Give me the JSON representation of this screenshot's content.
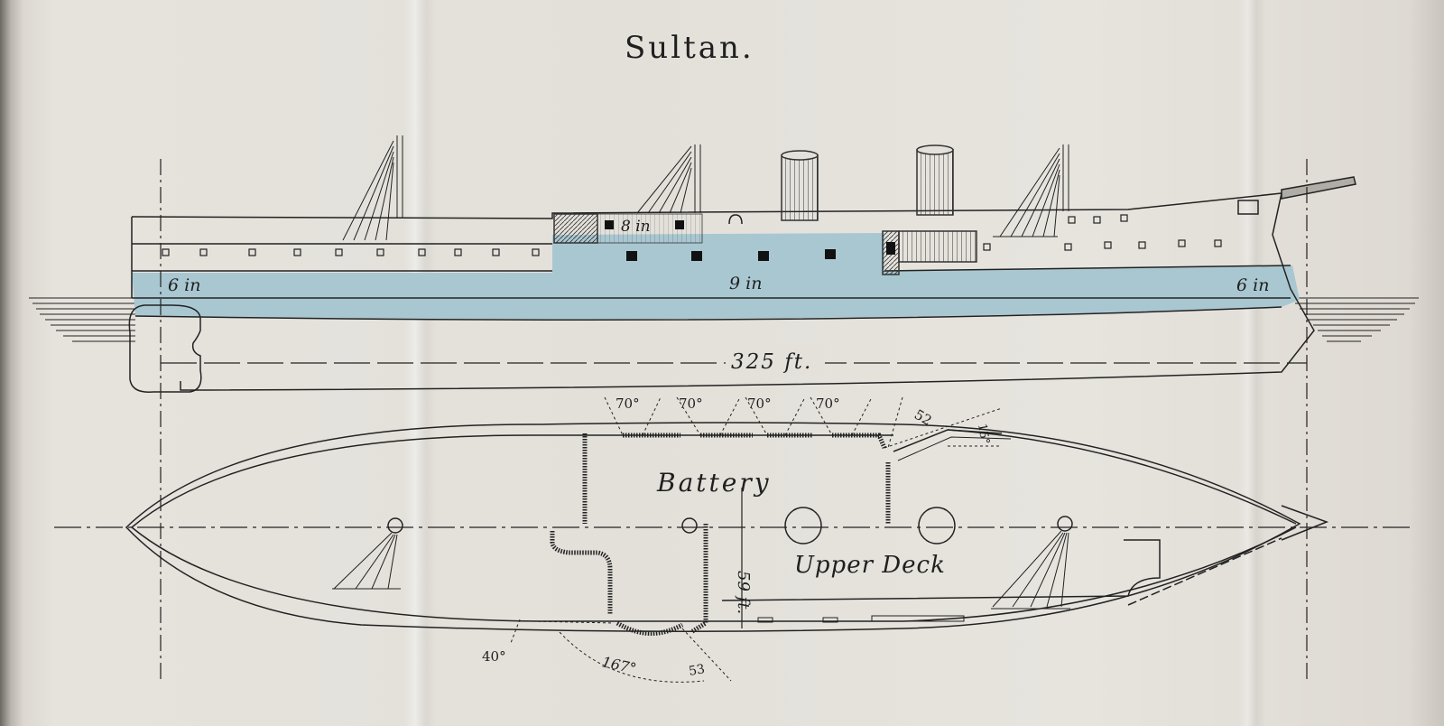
{
  "title": "Sultan.",
  "profile": {
    "armor_fore": "6 in",
    "armor_main": "9 in",
    "armor_aft": "6 in",
    "battery_armor": "8 in",
    "length": "325 ft."
  },
  "plan": {
    "battery_label": "Battery",
    "deck_label": "Upper Deck",
    "beam": "59 ft.",
    "arcs_top": [
      "70°",
      "70°",
      "70°",
      "70°"
    ],
    "arc_fore": "52",
    "arc_fore_b": "15°",
    "arc_aft_1": "40°",
    "arc_aft_2": "167°",
    "arc_aft_3": "53"
  },
  "colors": {
    "armor": "#a9c7d1",
    "ink": "#1f1f1f",
    "paper": "#e4e1db"
  }
}
